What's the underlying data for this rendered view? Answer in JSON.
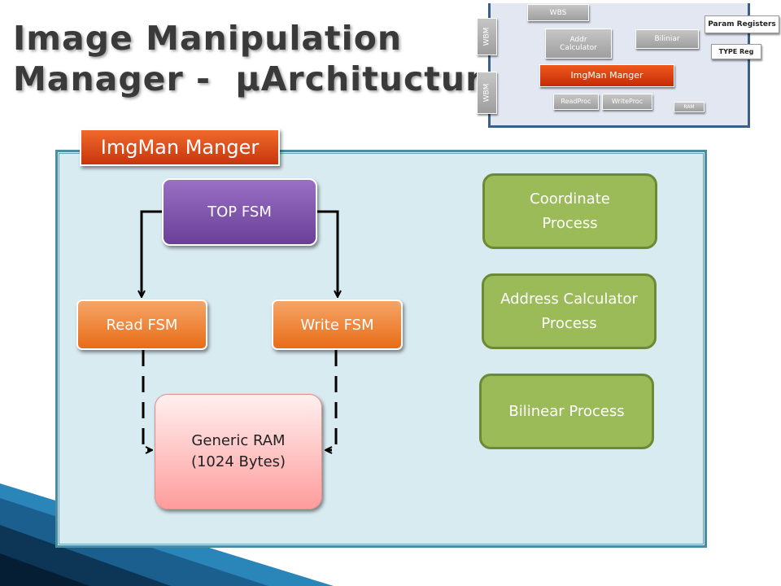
{
  "title": {
    "line1": "Image Manipulation",
    "line2": "Manager -  µArchitucture"
  },
  "thumbnail": {
    "wbs": "WBS",
    "wbm_top": "WBM",
    "wbm_bottom": "WBM",
    "addr_calculator": "Addr Calculator",
    "biliniar": "Biliniar",
    "param_registers": "Param Registers",
    "type_reg": "TYPE Reg",
    "imgman_manger": "ImgMan Manger",
    "readproc": "ReadProc",
    "writeproc": "WriteProc",
    "ram": "RAM"
  },
  "panel": {
    "tab_label": "ImgMan Manger",
    "top_fsm": "TOP FSM",
    "read_fsm": "Read FSM",
    "write_fsm": "Write FSM",
    "ram_line1": "Generic RAM",
    "ram_line2": "(1024 Bytes)",
    "coordinate_line1": "Coordinate",
    "coordinate_line2": "Process",
    "address_line1": "Address Calculator",
    "address_line2": "Process",
    "bilinear": "Bilinear Process"
  },
  "colors": {
    "title_text": "#3a3a3a",
    "panel_fill": "#d8ebf1",
    "panel_border": "#4c8ca1",
    "top_fsm": "#7a4fa8",
    "fsm_orange": "#ef8a3a",
    "ram_pink": "#ffb0b0",
    "process_green": "#9bbb59",
    "accent_red": "#d8400f",
    "deco_blue": "#1f6f9f"
  }
}
